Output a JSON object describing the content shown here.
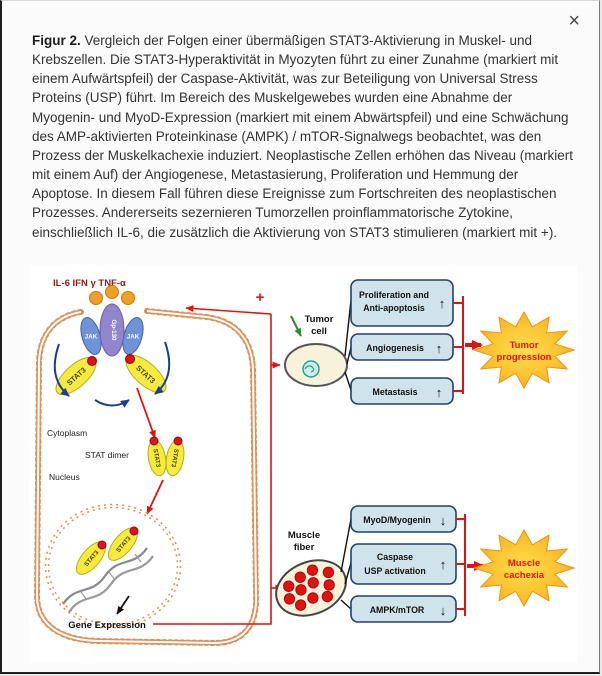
{
  "window": {
    "close_label": "×"
  },
  "caption": {
    "label": "Figur 2.",
    "body": " Vergleich der Folgen einer übermäßigen STAT3-Aktivierung in Muskel- und Krebszellen. Die STAT3-Hyperaktivität in Myozyten führt zu einer Zunahme (markiert mit einem Aufwärtspfeil) der Caspase-Aktivität, was zur Beteiligung von Universal Stress Proteins (USP) führt. Im Bereich des Muskelgewebes wurden eine Abnahme der Myogenin- und MyoD-Expression (markiert mit einem Abwärtspfeil) und eine Schwächung des AMP-aktivierten Proteinkinase (AMPK) / mTOR-Signalwegs beobachtet, was den Prozess der Muskelkachexie induziert. Neoplastische Zellen erhöhen das Niveau (markiert mit einem Auf) der Angiogenese, Metastasierung, Proliferation und Hemmung der Apoptose. In diesem Fall führen diese Ereignisse zum Fortschreiten des neoplastischen Prozesses. Andererseits sezernieren Tumorzellen proinflammatorische Zytokine, einschließlich IL-6, die zusätzlich die Aktivierung von STAT3 stimulieren (markiert mit +)."
  },
  "diagram": {
    "cytokines": "IL-6  IFN γ TNF-α",
    "jak": "JAK",
    "gp130": "Gp-130",
    "stat3": "STAT3",
    "cytoplasm": "Cytoplasm",
    "stat_dimer": "STAT dimer",
    "nucleus": "Nucleus",
    "gene_expression": "Gene Expression",
    "plus": "+",
    "tumor_line1": "Tumor",
    "tumor_line2": "cell",
    "muscle_line1": "Muscle",
    "muscle_line2": "fiber",
    "box_proliferation_1": "Proliferation and",
    "box_proliferation_2": "Anti-apoptosis",
    "box_proliferation_arrow": "↑",
    "box_angiogenesis": "Angiogenesis",
    "box_angiogenesis_arrow": "↑",
    "box_metastasis": "Metastasis",
    "box_metastasis_arrow": "↑",
    "box_myod": "MyoD/Myogenin",
    "box_myod_arrow": "↓",
    "box_caspase_1": "Caspase",
    "box_caspase_2": "USP activation",
    "box_caspase_arrow": "↑",
    "box_ampk": "AMPK/mTOR",
    "box_ampk_arrow": "↓",
    "star_tumor_1": "Tumor",
    "star_tumor_2": "progression",
    "star_muscle_1": "Muscle",
    "star_muscle_2": "cachexia",
    "colors": {
      "accent_red": "#e01212",
      "star_orange": "#f59d1a",
      "star_yellow": "#ffdf4f",
      "box_fill": "#cfe3ea",
      "box_border": "#23406e",
      "stat3_yellow": "#f6ea3c",
      "membrane_orange": "#dd8f58",
      "receptor_purple": "#9185cc",
      "jak_blue": "#6e93d6"
    }
  }
}
